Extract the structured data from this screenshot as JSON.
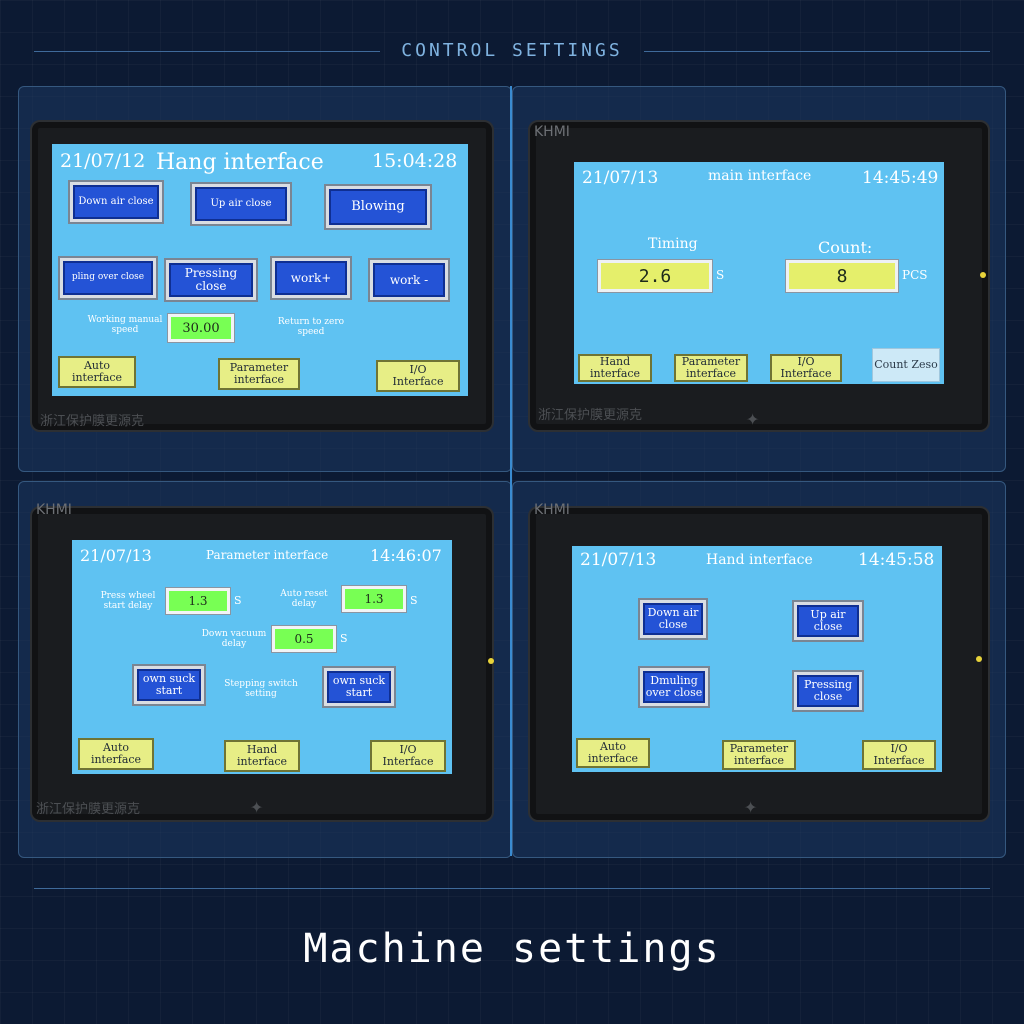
{
  "header": {
    "title": "CONTROL SETTINGS"
  },
  "footer": {
    "title": "Machine settings"
  },
  "device_brand": "KHMI",
  "device_maker": "浙江保护膜更源克",
  "screens": {
    "hang": {
      "date": "21/07/12",
      "title": "Hang interface",
      "time": "15:04:28",
      "buttons": {
        "down_air_close": "Down air close",
        "up_air_close": "Up air close",
        "blowing": "Blowing",
        "pulling_over_close": "pling over close",
        "pressing_close": "Pressing\nclose",
        "work_plus": "work+",
        "work_minus": "work -"
      },
      "working_manual_speed_label": "Working manual\nspeed",
      "working_manual_speed_value": "30.00",
      "return_to_zero_label": "Return to zero\nspeed",
      "nav": {
        "auto": "Auto\ninterface",
        "parameter": "Parameter\ninterface",
        "io": "I/O\nInterface"
      }
    },
    "main": {
      "date": "21/07/13",
      "title": "main interface",
      "time": "14:45:49",
      "timing_label": "Timing",
      "timing_value": "2.6",
      "timing_unit": "S",
      "count_label": "Count:",
      "count_value": "8",
      "count_unit": "PCS",
      "nav": {
        "hand": "Hand\ninterface",
        "parameter": "Parameter\ninterface",
        "io": "I/O\nInterface",
        "count_zero": "Count Zeso"
      }
    },
    "parameter": {
      "date": "21/07/13",
      "title": "Parameter interface",
      "time": "14:46:07",
      "press_wheel_label": "Press wheel\nstart delay",
      "press_wheel_value": "1.3",
      "press_wheel_unit": "S",
      "auto_reset_label": "Auto reset\ndelay",
      "auto_reset_value": "1.3",
      "auto_reset_unit": "S",
      "down_vacuum_label": "Down vacuum\ndelay",
      "down_vacuum_value": "0.5",
      "down_vacuum_unit": "S",
      "down_suck_start": "own suck\nstart",
      "stepping_switch_label": "Stepping switch\nsetting",
      "up_suck_start": "own suck\nstart",
      "nav": {
        "auto": "Auto\ninterface",
        "hand": "Hand\ninterface",
        "io": "I/O\nInterface"
      }
    },
    "hand": {
      "date": "21/07/13",
      "title": "Hand interface",
      "time": "14:45:58",
      "buttons": {
        "down_air_close": "Down air\nclose",
        "up_air_close": "Up air\nclose",
        "pulling_over_close": "Dmuling\nover close",
        "pressing_close": "Pressing\nclose"
      },
      "nav": {
        "auto": "Auto\ninterface",
        "parameter": "Parameter\ninterface",
        "io": "I/O\nInterface"
      }
    }
  },
  "colors": {
    "screen_bg": "#5fc2f2",
    "button_blue": "#2453d6",
    "nav_yellow": "#e7ee86",
    "field_green": "#78ff54",
    "page_bg": "#0c1a33"
  }
}
